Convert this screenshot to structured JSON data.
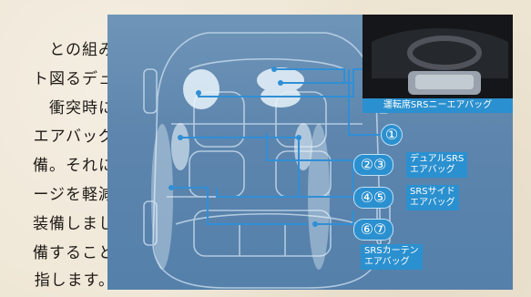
{
  "body_text": {
    "lines": [
      "との組み",
      "ト図るデュ",
      "衝突時に",
      "エアバッグ",
      "備。それに",
      "ージを軽減",
      "装備しまし",
      "備すること",
      "指します。"
    ]
  },
  "figure": {
    "photo_caption": "運転席SRSニーエアバッグ",
    "markers": [
      {
        "label": "①"
      },
      {
        "label": "②③"
      },
      {
        "label": "④⑤"
      },
      {
        "label": "⑥⑦"
      }
    ],
    "tags": [
      {
        "text": "デュアルSRS\nエアバッグ"
      },
      {
        "text": "SRSサイド\nエアバッグ"
      },
      {
        "text": "SRSカーテン\nエアバッグ"
      }
    ]
  }
}
